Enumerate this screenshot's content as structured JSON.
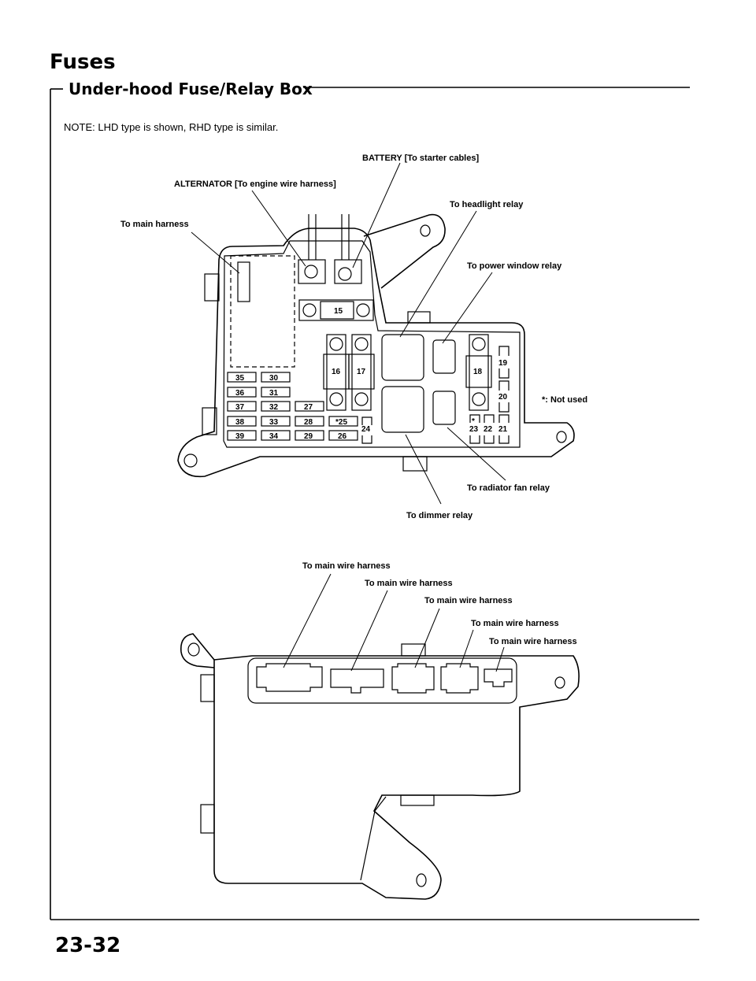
{
  "header": {
    "section_title": "Fuses",
    "subsection_title": "Under-hood Fuse/Relay Box",
    "note": "NOTE:  LHD type is shown, RHD type is similar."
  },
  "top_diagram": {
    "callouts": {
      "battery": "BATTERY [To starter cables]",
      "alternator": "ALTERNATOR [To engine wire harness]",
      "main_harness": "To main harness",
      "headlight_relay": "To headlight relay",
      "power_window_relay": "To power window relay",
      "not_used": "*: Not used",
      "radiator_fan_relay": "To radiator fan relay",
      "dimmer_relay": "To dimmer relay"
    },
    "fuses": {
      "f15": "15",
      "f16": "16",
      "f17": "17",
      "f18": "18",
      "f19": "19",
      "f20": "20",
      "f21": "21",
      "f22": "22",
      "f23": "23",
      "f24": "24",
      "f25": "*25",
      "f26": "26",
      "f27": "27",
      "f28": "28",
      "f29": "29",
      "f30": "30",
      "f31": "31",
      "f32": "32",
      "f33": "33",
      "f34": "34",
      "f35": "35",
      "f36": "36",
      "f37": "37",
      "f38": "38",
      "f39": "39",
      "star": "*"
    }
  },
  "bottom_diagram": {
    "callouts": {
      "harness_1": "To main wire harness",
      "harness_2": "To main wire harness",
      "harness_3": "To main wire harness",
      "harness_4": "To main wire harness",
      "harness_5": "To main wire harness"
    }
  },
  "footer": {
    "page_number": "23-32"
  }
}
